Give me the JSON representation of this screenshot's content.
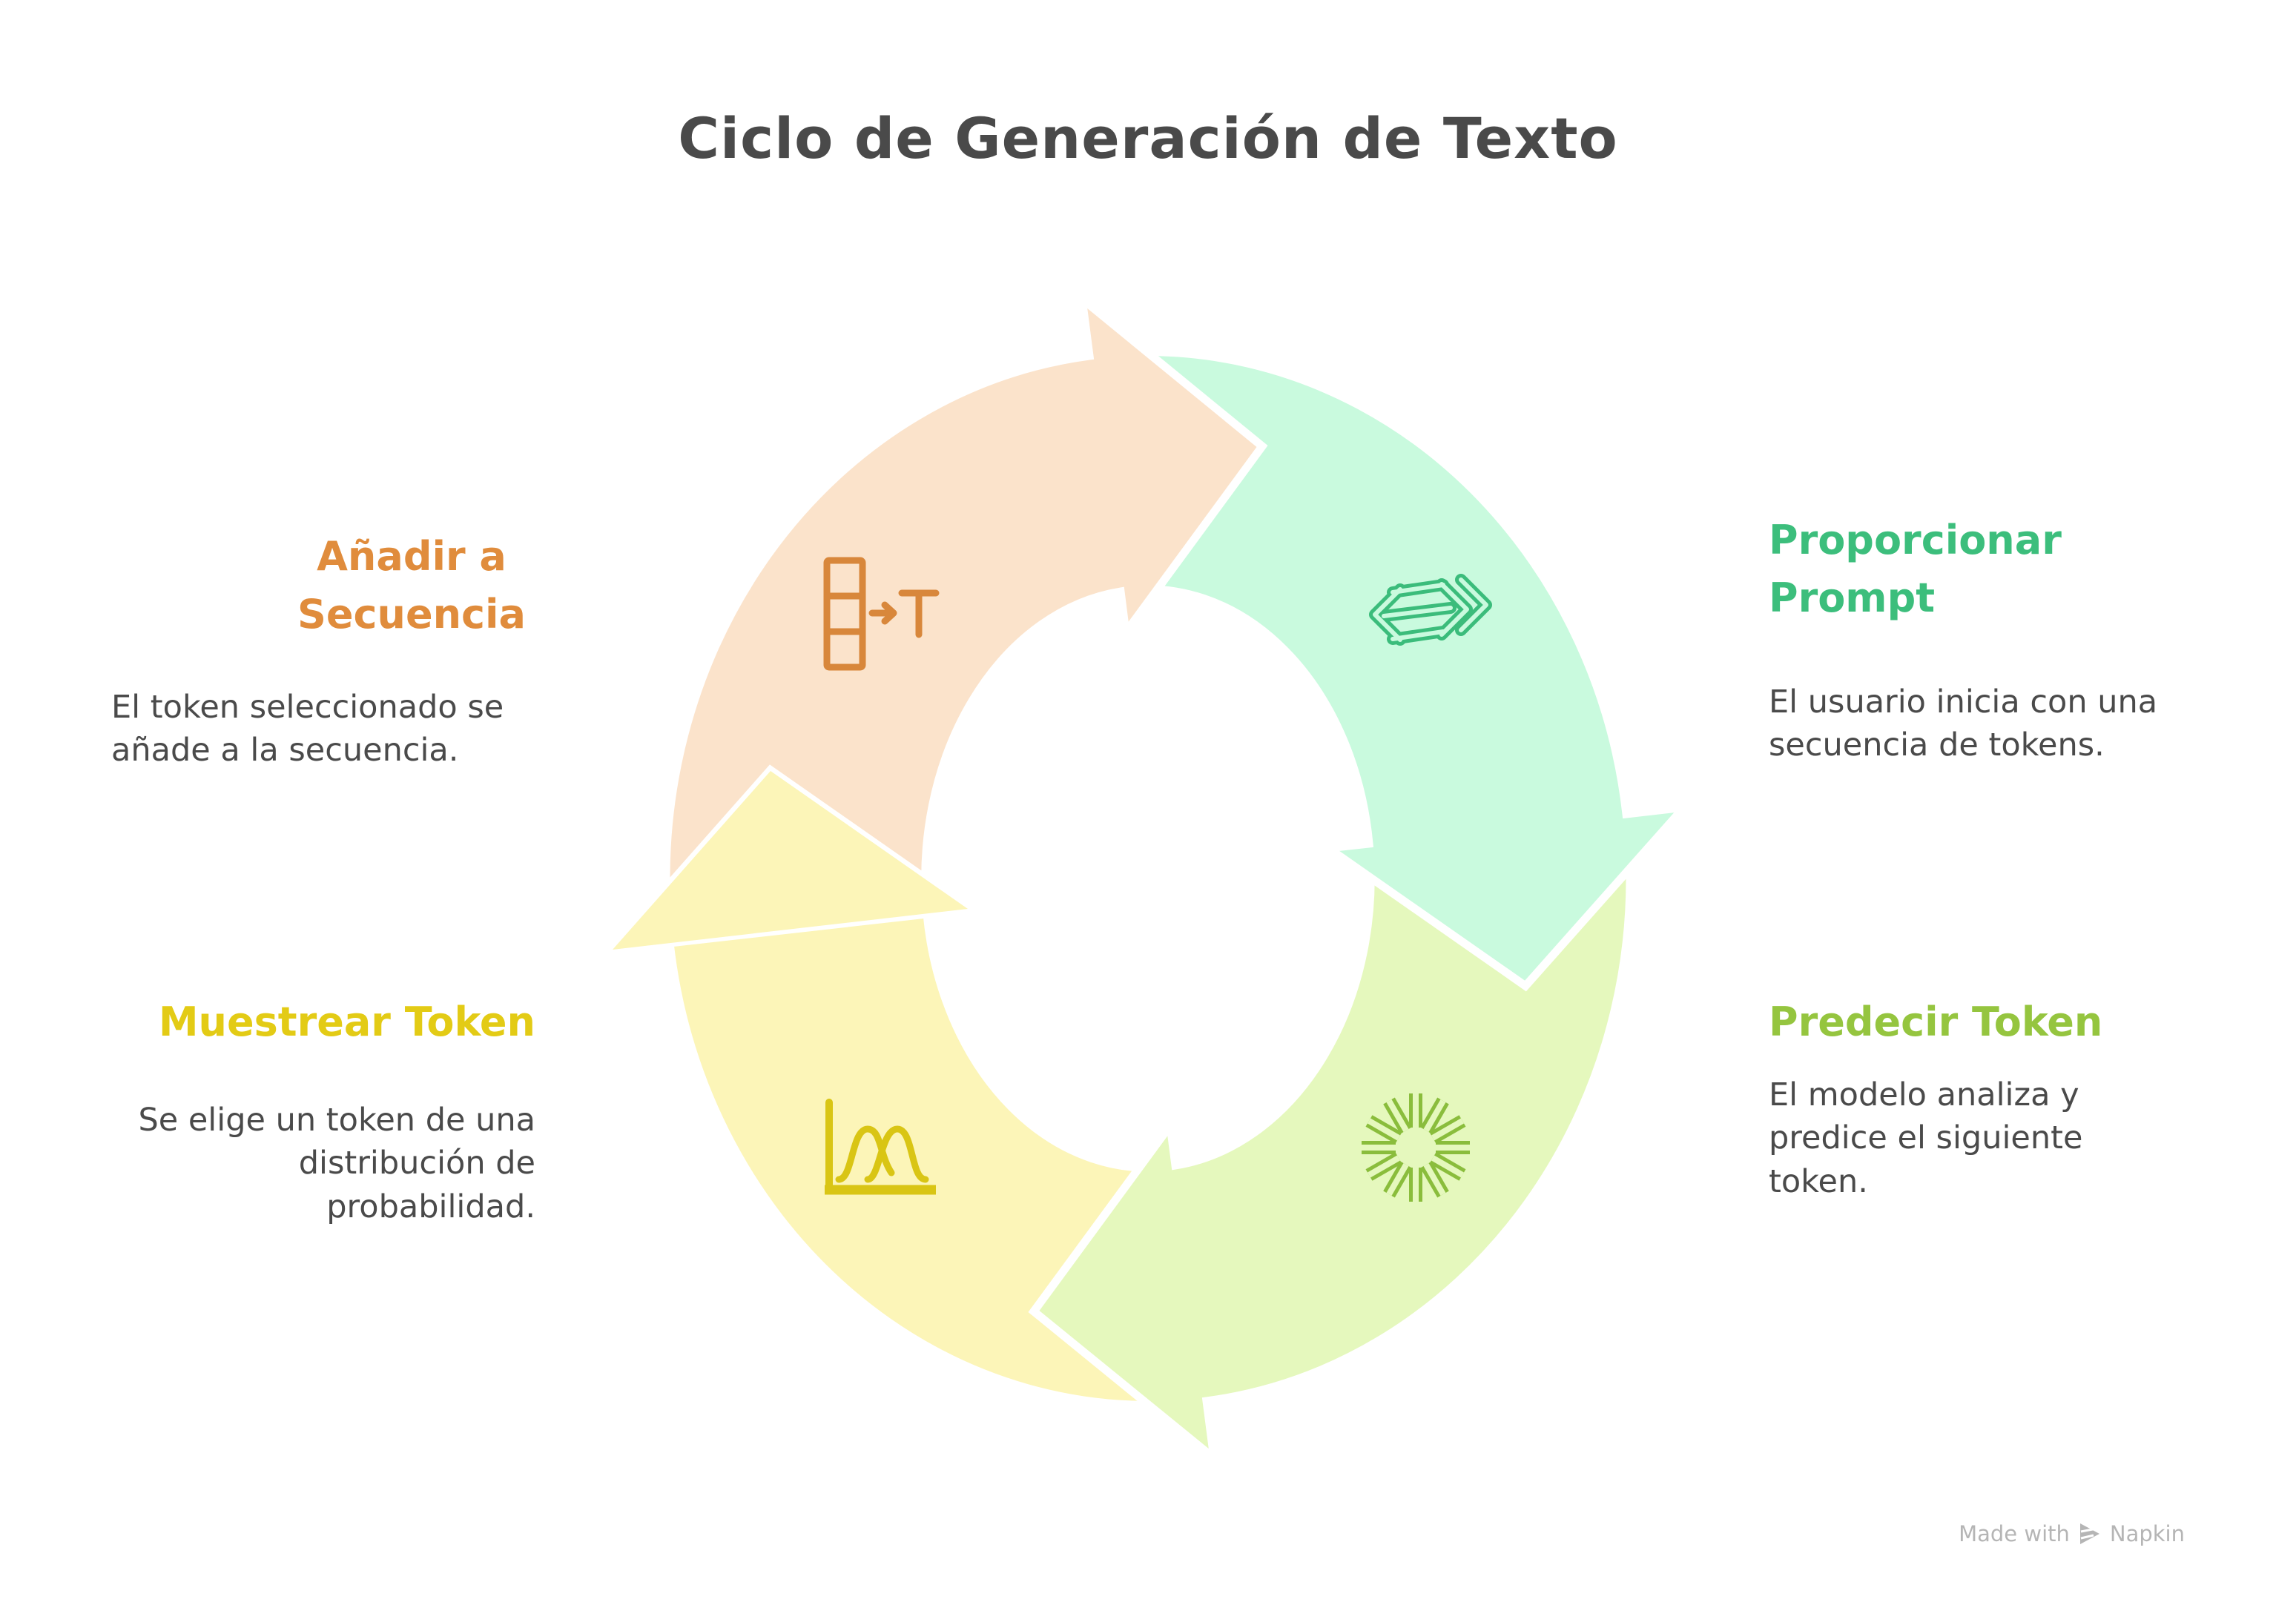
{
  "title": "Ciclo de Generación de Texto",
  "title_color": "#4A4A4A",
  "body_text_color": "#4A4A4A",
  "background_color": "#FFFFFF",
  "diagram": {
    "type": "cycle",
    "direction": "clockwise",
    "step_count": 4
  },
  "steps": [
    {
      "id": "proporcionar-prompt",
      "position": "top-right",
      "label": "Proporcionar Prompt",
      "description": "El usuario inicia con una secuencia de tokens.",
      "accent_color": "#3CBE7C",
      "segment_fill": "#C9FADE",
      "icon": "prompt-tokens-icon",
      "icon_color": "#3BBC7B"
    },
    {
      "id": "predecir-token",
      "position": "bottom-right",
      "label": "Predecir Token",
      "description": "El modelo analiza y predice el siguiente token.",
      "accent_color": "#95C53F",
      "segment_fill": "#E5F8BD",
      "icon": "burst-icon",
      "icon_color": "#8ABD3C"
    },
    {
      "id": "muestrear-token",
      "position": "bottom-left",
      "label": "Muestrear Token",
      "description": "Se elige un token de una distribución de probabilidad.",
      "accent_color": "#E3CB15",
      "segment_fill": "#FCF5B8",
      "icon": "probability-distribution-icon",
      "icon_color": "#D9C514"
    },
    {
      "id": "anadir-a-secuencia",
      "position": "top-left",
      "label": "Añadir a Secuencia",
      "description": "El token seleccionado se añade a la secuencia.",
      "accent_color": "#E08C3C",
      "segment_fill": "#FBE3CB",
      "icon": "token-sequence-icon",
      "icon_color": "#D8873B"
    }
  ],
  "footer": {
    "text_prefix": "Made with",
    "brand": "Napkin",
    "color": "#B5B5B5",
    "logo": "napkin-logo-icon"
  }
}
